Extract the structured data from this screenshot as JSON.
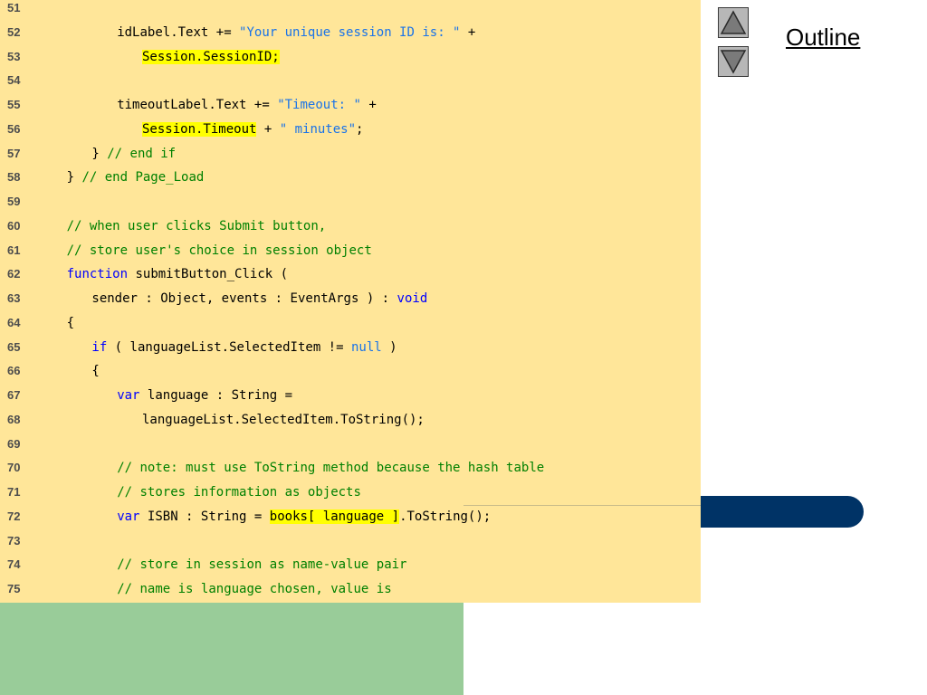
{
  "nav": {
    "outline_label": "Outline",
    "up_icon": "triangle-up-icon",
    "down_icon": "triangle-down-icon"
  },
  "colors": {
    "code_background": "#ffe699",
    "keyword": "#0000ff",
    "string": "#1a73e8",
    "comment": "#008000",
    "highlight": "#ffff00",
    "accent_bar": "#003366",
    "footer_block": "#99cc99"
  },
  "code": {
    "lines": [
      {
        "num": "51",
        "indent": 0,
        "tokens": []
      },
      {
        "num": "52",
        "indent": 4,
        "tokens": [
          {
            "t": "idLabel.Text += ",
            "c": "pl"
          },
          {
            "t": "\"Your unique session ID is: \"",
            "c": "str"
          },
          {
            "t": " +",
            "c": "pl"
          }
        ]
      },
      {
        "num": "53",
        "indent": 5,
        "tokens": [
          {
            "t": "Session.SessionID;",
            "c": "hl"
          }
        ]
      },
      {
        "num": "54",
        "indent": 0,
        "tokens": []
      },
      {
        "num": "55",
        "indent": 4,
        "tokens": [
          {
            "t": "timeoutLabel.Text += ",
            "c": "pl"
          },
          {
            "t": "\"Timeout: \"",
            "c": "str"
          },
          {
            "t": " +",
            "c": "pl"
          }
        ]
      },
      {
        "num": "56",
        "indent": 5,
        "tokens": [
          {
            "t": "Session.Timeout",
            "c": "hl"
          },
          {
            "t": " + ",
            "c": "pl"
          },
          {
            "t": "\" minutes\"",
            "c": "str"
          },
          {
            "t": ";",
            "c": "pl"
          }
        ]
      },
      {
        "num": "57",
        "indent": 3,
        "tokens": [
          {
            "t": "} ",
            "c": "pl"
          },
          {
            "t": "// end if",
            "c": "cm"
          }
        ]
      },
      {
        "num": "58",
        "indent": 2,
        "tokens": [
          {
            "t": "} ",
            "c": "pl"
          },
          {
            "t": "// end Page_Load",
            "c": "cm"
          }
        ]
      },
      {
        "num": "59",
        "indent": 0,
        "tokens": []
      },
      {
        "num": "60",
        "indent": 2,
        "tokens": [
          {
            "t": "// when user clicks Submit button,",
            "c": "cm"
          }
        ]
      },
      {
        "num": "61",
        "indent": 2,
        "tokens": [
          {
            "t": "// store user's choice in session object",
            "c": "cm"
          }
        ]
      },
      {
        "num": "62",
        "indent": 2,
        "tokens": [
          {
            "t": "function",
            "c": "kw"
          },
          {
            "t": " submitButton_Click (",
            "c": "pl"
          }
        ]
      },
      {
        "num": "63",
        "indent": 3,
        "tokens": [
          {
            "t": "sender : Object, events : EventArgs ) : ",
            "c": "pl"
          },
          {
            "t": "void",
            "c": "kw"
          }
        ]
      },
      {
        "num": "64",
        "indent": 2,
        "tokens": [
          {
            "t": "{",
            "c": "pl"
          }
        ]
      },
      {
        "num": "65",
        "indent": 3,
        "tokens": [
          {
            "t": "if",
            "c": "kw"
          },
          {
            "t": " ( languageList.SelectedItem != ",
            "c": "pl"
          },
          {
            "t": "null",
            "c": "str"
          },
          {
            "t": " )",
            "c": "pl"
          }
        ]
      },
      {
        "num": "66",
        "indent": 3,
        "tokens": [
          {
            "t": "{",
            "c": "pl"
          }
        ]
      },
      {
        "num": "67",
        "indent": 4,
        "tokens": [
          {
            "t": "var",
            "c": "kw"
          },
          {
            "t": " language : String =",
            "c": "pl"
          }
        ]
      },
      {
        "num": "68",
        "indent": 5,
        "tokens": [
          {
            "t": "languageList.SelectedItem.ToString();",
            "c": "pl"
          }
        ]
      },
      {
        "num": "69",
        "indent": 0,
        "tokens": []
      },
      {
        "num": "70",
        "indent": 4,
        "tokens": [
          {
            "t": "// note: must use ToString method because the hash table",
            "c": "cm"
          }
        ]
      },
      {
        "num": "71",
        "indent": 4,
        "tokens": [
          {
            "t": "// stores information as objects",
            "c": "cm"
          }
        ]
      },
      {
        "num": "72",
        "indent": 4,
        "tokens": [
          {
            "t": "var",
            "c": "kw"
          },
          {
            "t": " ISBN : String = ",
            "c": "pl"
          },
          {
            "t": "books[ language ]",
            "c": "hl"
          },
          {
            "t": ".ToString();",
            "c": "pl"
          }
        ]
      },
      {
        "num": "73",
        "indent": 0,
        "tokens": []
      },
      {
        "num": "74",
        "indent": 4,
        "tokens": [
          {
            "t": "// store in session as name-value pair",
            "c": "cm"
          }
        ]
      },
      {
        "num": "75",
        "indent": 4,
        "tokens": [
          {
            "t": "// name is language chosen, value is",
            "c": "cm"
          }
        ]
      }
    ]
  }
}
